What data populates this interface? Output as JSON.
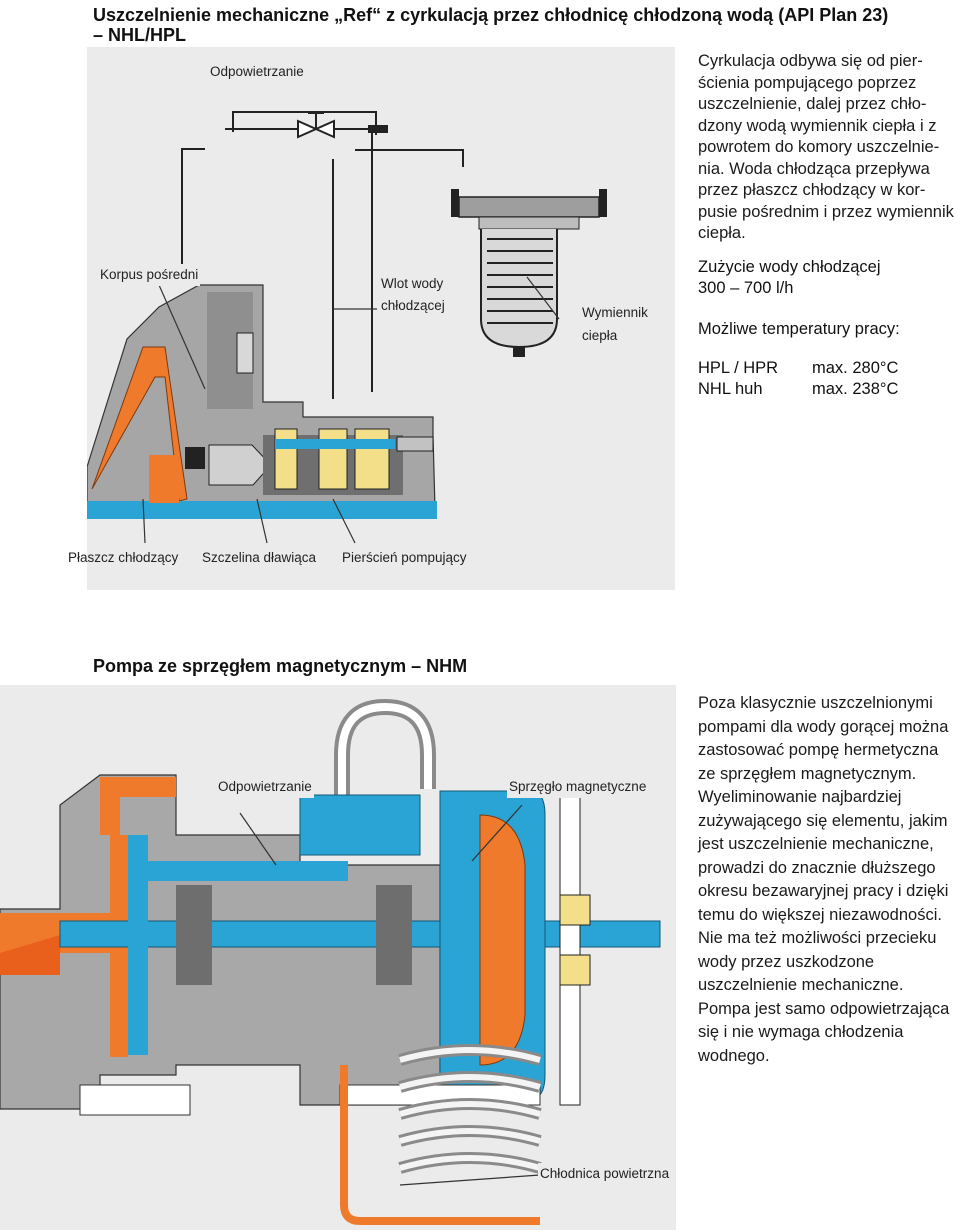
{
  "section1": {
    "title_line1": "Uszczelnienie mechaniczne „Ref“ z cyrkulacją przez chłodnicę chłodzoną wodą (API Plan 23)",
    "title_line2": "– NHL/HPL",
    "labels": {
      "vent": "Odpowietrzanie",
      "intermediate_housing": "Korpus pośredni",
      "water_inlet_1": "Wlot wody",
      "water_inlet_2": "chłodzącej",
      "heat_exchanger_1": "Wymiennik",
      "heat_exchanger_2": "ciepła",
      "cooling_jacket": "Płaszcz chłodzący",
      "throttle_gap": "Szczelina dławiąca",
      "pumping_ring": "Pierścień pompujący"
    },
    "description": "Cyrkulacja odbywa się od pier­ścienia pompującego poprzez uszczelnienie, dalej przez chło­dzony wodą wymiennik ciepła i z powrotem do komory uszczelnie­nia. Woda chłodząca przepływa przez płaszcz chłodzący w kor­pusie pośrednim i przez wymien­nik ciepła.",
    "consumption_label": "Zużycie wody chłodzącej",
    "consumption_value": "300 – 700 l/h",
    "temps_label": "Możliwe temperatury pracy:",
    "temps": [
      {
        "name": "HPL / HPR",
        "value": "max. 280°C"
      },
      {
        "name": "NHL huh",
        "value": "max. 238°C"
      }
    ]
  },
  "section2": {
    "title": "Pompa ze sprzęgłem magnetycznym – NHM",
    "labels": {
      "vent": "Odpowietrzanie",
      "magnetic_coupling": "Sprzęgło magnetyczne",
      "air_cooler": "Chłodnica powietrzna"
    },
    "description": "Poza klasycznie uszczelnionymi pompami dla wody gorącej moż­na zastosować pompę herme­tyczna ze sprzęgłem magnetycz­nym. Wyeliminowanie najbar­dziej zużywającego się elemen­tu, jakim jest uszczelnienie me­chaniczne, prowadzi do znacznie dłuższego okresu bezawaryjnej pracy i dzięki temu do większej niezawodności. Nie ma też moż­liwości przecieku wody przez uszkodzone uszczelnienie me­chaniczne. Pompa jest samo odpowietrzająca się i nie wyma­ga chłodzenia wodnego."
  },
  "colors": {
    "panel": "#ebebeb",
    "housing_gray": "#a9a9a9",
    "orange": "#f07a2c",
    "cyan": "#2aa4d4",
    "yellow": "#f3df8a"
  }
}
